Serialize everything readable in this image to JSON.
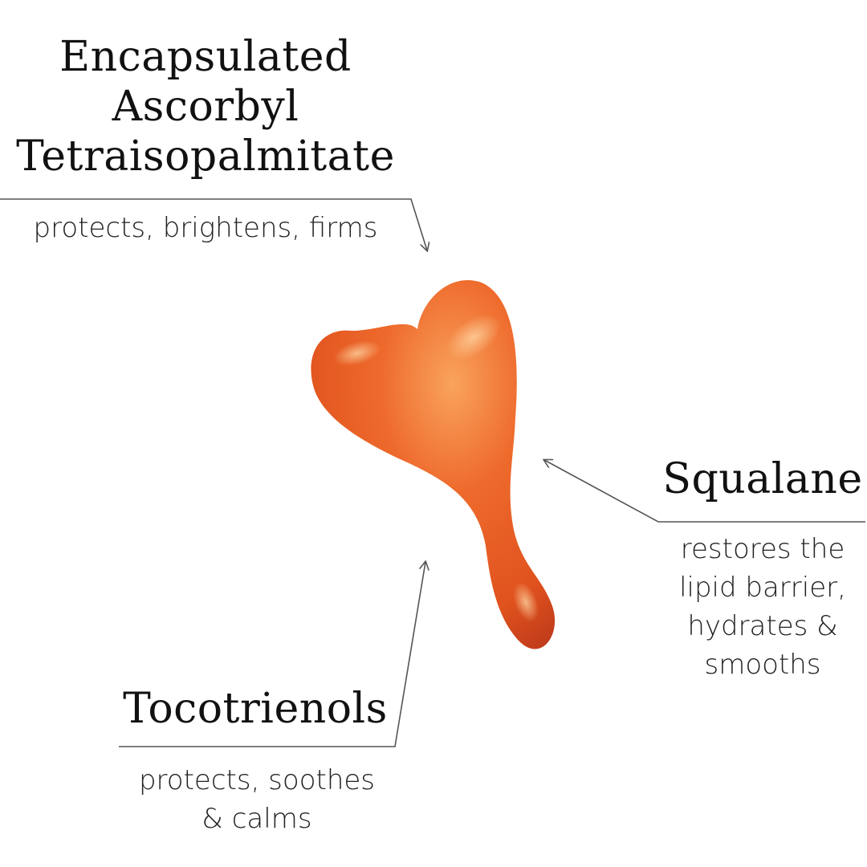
{
  "palette": {
    "background": "#ffffff",
    "text": "#111111",
    "line": "#555555",
    "drop_base": "#e0521e",
    "drop_highlight": "#f9a35c",
    "drop_shadow": "#b8361a"
  },
  "product_visual": "orange-serum-droplet-icon",
  "annotations": [
    {
      "title_lines": [
        "Encapsulated",
        "Ascorbyl",
        "Tetraisopalmitate"
      ],
      "description": "protects, brightens, firms"
    },
    {
      "title_lines": [
        "Squalane"
      ],
      "description_lines": [
        "restores the",
        "lipid barrier,",
        "hydrates &",
        "smooths"
      ]
    },
    {
      "title_lines": [
        "Tocotrienols"
      ],
      "description_lines": [
        "protects, soothes",
        "& calms"
      ]
    }
  ]
}
